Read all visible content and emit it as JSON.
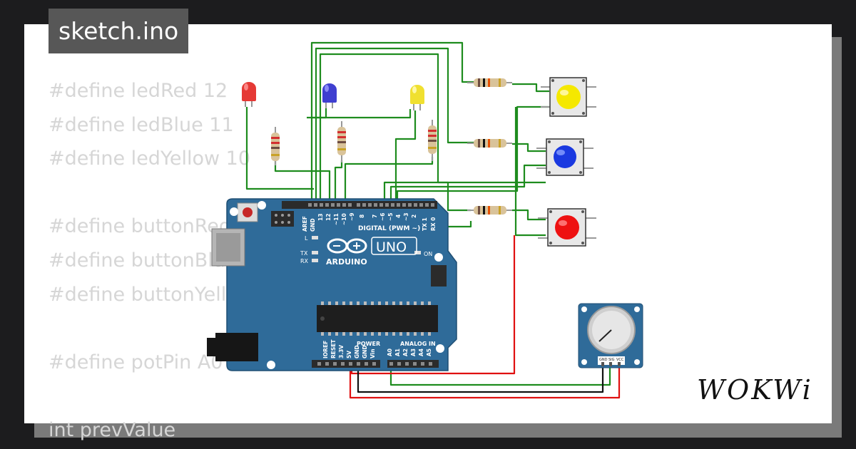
{
  "window": {
    "title": "sketch.ino"
  },
  "code_lines": [
    "#define ledRed 12",
    "#define ledBlue 11",
    "#define ledYellow 10",
    "",
    "#define buttonRed 4",
    "#define buttonBlue 3",
    "#define buttonYellow 2",
    "",
    "#define potPin A0",
    "",
    "int prevValue"
  ],
  "board": {
    "brand": "ARDUINO",
    "model": "UNO",
    "digital_label": "DIGITAL (PWM ~)",
    "power_label": "POWER",
    "analog_label": "ANALOG IN",
    "header_top_labels": [
      "AREF",
      "GND",
      "13",
      "12",
      "~11",
      "~10",
      "~9",
      "8",
      "7",
      "~6",
      "~5",
      "4",
      "~3",
      "2",
      "TX 1",
      "RX 0"
    ],
    "power_pins": [
      "IOREF",
      "RESET",
      "3.3V",
      "5V",
      "GND",
      "GND",
      "Vin"
    ],
    "analog_pins": [
      "A0",
      "A1",
      "A2",
      "A3",
      "A4",
      "A5"
    ],
    "led_labels": {
      "l": "L",
      "tx": "TX",
      "rx": "RX",
      "on": "ON"
    }
  },
  "leds": [
    {
      "name": "red",
      "color": "#e53935"
    },
    {
      "name": "blue",
      "color": "#3f3fd0"
    },
    {
      "name": "yellow",
      "color": "#f0e030"
    }
  ],
  "buttons": [
    {
      "name": "yellow",
      "color": "#f5e800"
    },
    {
      "name": "blue",
      "color": "#1a39e0"
    },
    {
      "name": "red",
      "color": "#ee1111"
    }
  ],
  "potentiometer": {
    "pin_labels": [
      "GND",
      "SIG",
      "VCC"
    ]
  },
  "colors": {
    "wire_green": "#1e8c1e",
    "wire_red": "#e01010",
    "wire_black": "#111111",
    "board_blue": "#2f6b99"
  },
  "logo": {
    "text": "WOKWi"
  }
}
